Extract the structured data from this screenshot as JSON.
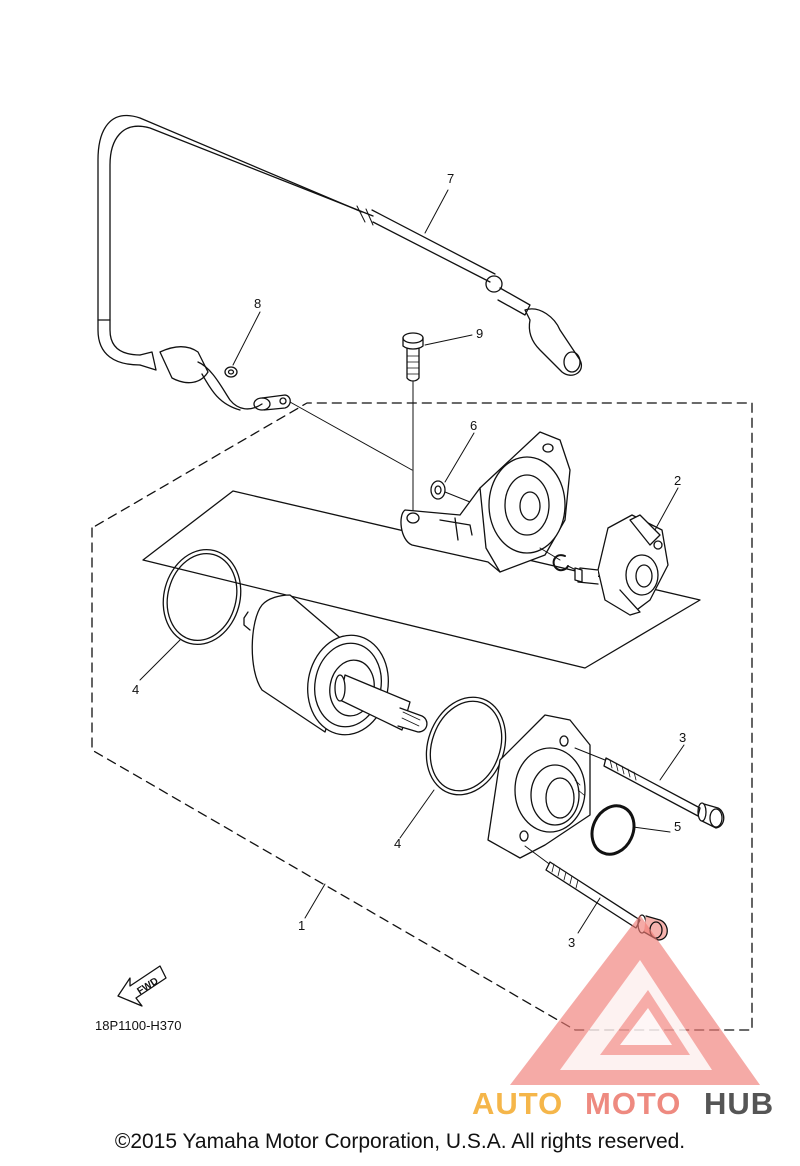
{
  "callouts": {
    "c1": "1",
    "c2": "2",
    "c3a": "3",
    "c3b": "3",
    "c4a": "4",
    "c4b": "4",
    "c5": "5",
    "c6": "6",
    "c7": "7",
    "c8": "8",
    "c9": "9"
  },
  "fwd_label": "FWD",
  "diagram_code": "18P1100-H370",
  "watermark": {
    "part1": "AUTO",
    "part2": "MOTO",
    "part3": "HUB",
    "colors": {
      "auto": "#f5b64a",
      "moto": "#ee8a80",
      "hub": "#555555",
      "logo": "#f07b74"
    }
  },
  "copyright": "©2015 Yamaha Motor Corporation, U.S.A. All rights reserved."
}
